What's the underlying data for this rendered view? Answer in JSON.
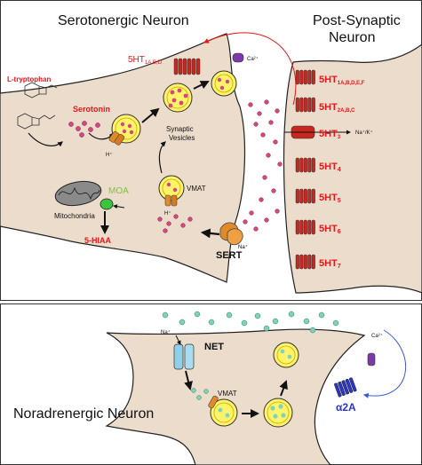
{
  "serotonergic": {
    "title": "Serotonergic Neuron",
    "precursor": "L-tryptophan",
    "serotonin": "Serotonin",
    "mitochondria": "Mitochondria",
    "moa": "MOA",
    "metabolite": "5-HIAA",
    "vesicles": [
      "Synaptic",
      "Vesicles"
    ],
    "vmat": "VMAT",
    "h_ion": "H⁺",
    "na_ion": "Na⁺",
    "sert": "SERT",
    "ca_ion": "Ca²⁺",
    "autoreceptor": "5HT",
    "autoreceptor_sub": "1A,B,D"
  },
  "postsynaptic": {
    "title": [
      "Post-Synaptic",
      "Neuron"
    ],
    "receptors": [
      {
        "main": "5HT",
        "sub": "1A,B,D,E,F"
      },
      {
        "main": "5HT",
        "sub": "2A,B,C"
      },
      {
        "main": "5HT",
        "sub": "3"
      },
      {
        "main": "5HT",
        "sub": "4"
      },
      {
        "main": "5HT",
        "sub": "5"
      },
      {
        "main": "5HT",
        "sub": "6"
      },
      {
        "main": "5HT",
        "sub": "7"
      }
    ],
    "channel_ions": "Na⁺/K⁺"
  },
  "noradrenergic": {
    "title": "Noradrenergic Neuron",
    "net": "NET",
    "na_ion": "Na⁺",
    "vmat": "VMAT",
    "ca_ion": "Ca²⁺",
    "receptor": "α2A"
  },
  "colors": {
    "neuron_fill": "#ecdccb",
    "serotonin_red": "#e8171c",
    "vesicle": "#fff36a",
    "receptor_red": "#c8271f",
    "norepinephrine": "#7fd3b8",
    "alpha2a_blue": "#2a35c8"
  }
}
